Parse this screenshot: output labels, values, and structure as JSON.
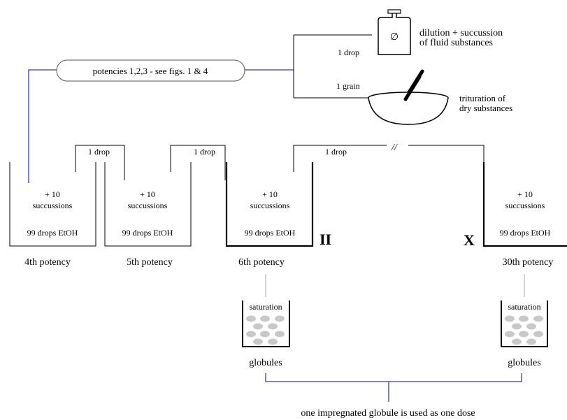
{
  "colors": {
    "line": "#000000",
    "blue_line": "#3c3caa",
    "globule": "#c8c8c8"
  },
  "top": {
    "pill_label": "potencies 1,2,3 - see figs. 1 & 4",
    "drop_label": "1 drop",
    "grain_label": "1 grain",
    "bottle_symbol": "∅",
    "bottle_icon": "stoppered-bottle-icon",
    "bowl_icon": "mortar-and-pestle-icon",
    "fluid_line1": "dilution + succussion",
    "fluid_line2": "of fluid substances",
    "dry_line1": "trituration of",
    "dry_line2": "dry substances"
  },
  "transfer_labels": [
    "1 drop",
    "1 drop",
    "1 drop"
  ],
  "break_mark": "//",
  "vessels": [
    {
      "succ1": "+ 10",
      "succ2": "succussions",
      "content": "99 drops EtOH",
      "caption": "4th potency"
    },
    {
      "succ1": "+ 10",
      "succ2": "succussions",
      "content": "99 drops EtOH",
      "caption": "5th potency"
    },
    {
      "succ1": "+ 10",
      "succ2": "succussions",
      "content": "99 drops EtOH",
      "caption": "6th potency"
    },
    {
      "succ1": "+ 10",
      "succ2": "succussions",
      "content": "99 drops EtOH",
      "caption": "30th potency"
    }
  ],
  "roman": {
    "six": "II",
    "thirty": "X"
  },
  "jars": [
    {
      "label": "saturation",
      "caption": "globules"
    },
    {
      "label": "saturation",
      "caption": "globules"
    }
  ],
  "footer": "one impregnated globule is used as one dose"
}
